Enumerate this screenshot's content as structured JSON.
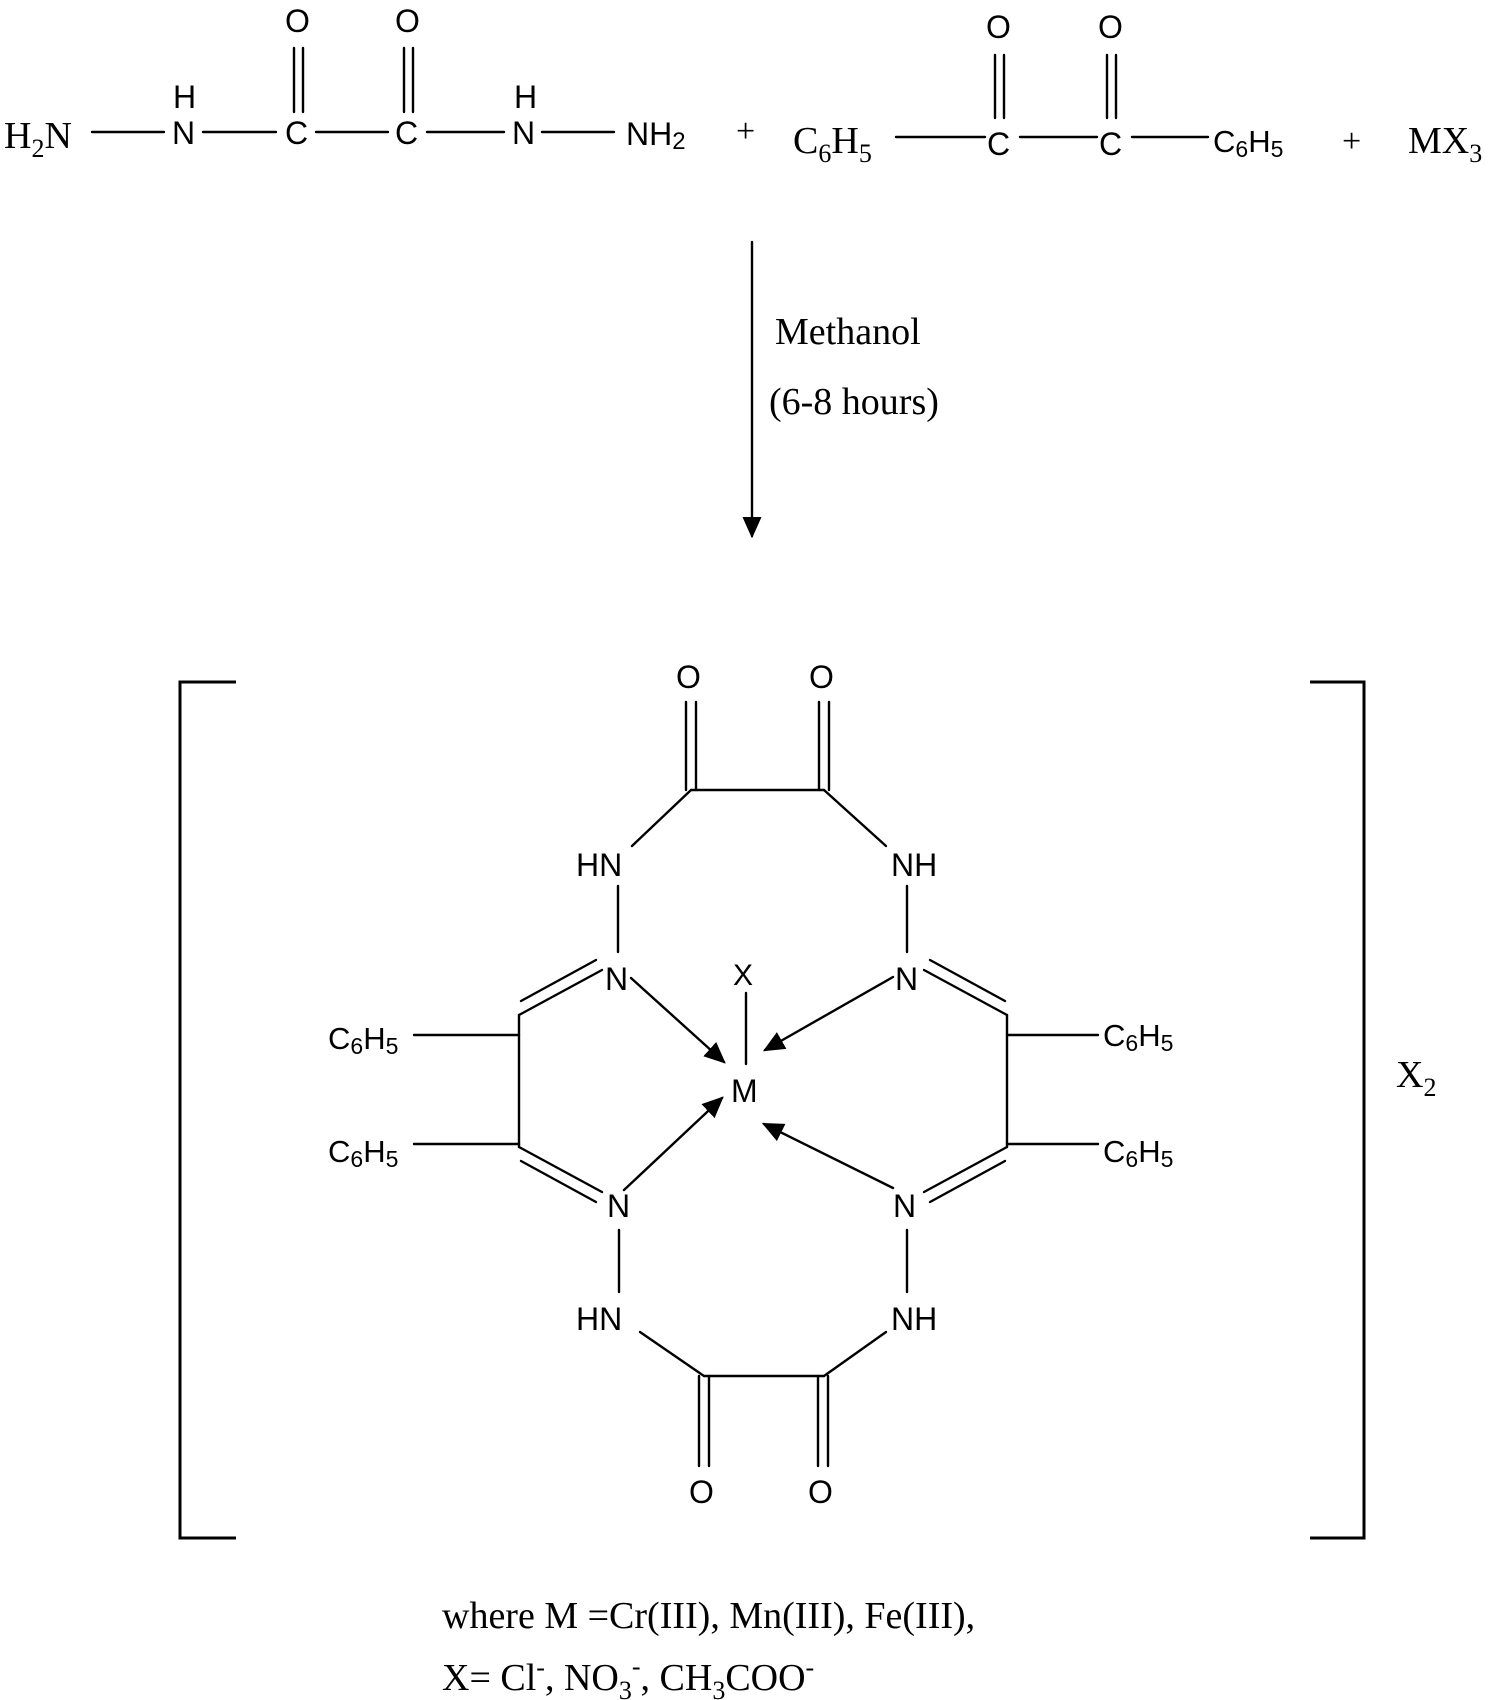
{
  "reactants": {
    "hydrazide_left_end": [
      "H",
      "2",
      "N"
    ],
    "hydrazide_nh_h": "H",
    "hydrazide_n": "N",
    "carbon": "C",
    "oxygen": "O",
    "hydrazide_right_end": [
      "NH",
      "2"
    ],
    "plus": "+",
    "phenyl": [
      "C",
      "6",
      "H",
      "5"
    ],
    "metal_salt": [
      "MX",
      "3"
    ]
  },
  "conditions": {
    "solvent": "Methanol",
    "time": "(6-8 hours)"
  },
  "complex": {
    "oxygen": "O",
    "hn": "HN",
    "nh": "NH",
    "n": "N",
    "x": "X",
    "metal": "M",
    "phenyl": [
      "C",
      "6",
      "H",
      "5"
    ],
    "counter_ion": [
      "X",
      "2"
    ]
  },
  "legend": {
    "line1": "where M =Cr(III), Mn(III), Fe(III),",
    "line2_parts": [
      "X= Cl",
      "-",
      ", NO",
      "3",
      "-",
      ", CH",
      "3",
      "COO",
      "-"
    ]
  }
}
